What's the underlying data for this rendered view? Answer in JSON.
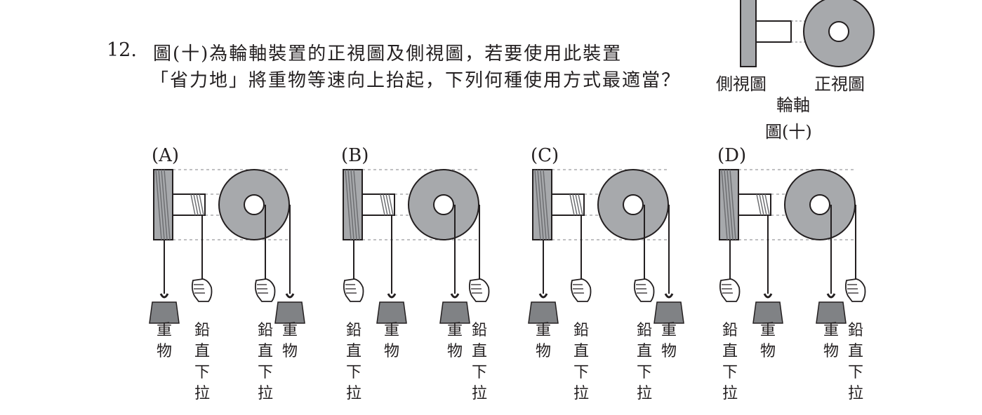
{
  "question": {
    "number": "12.",
    "line1": "圖(十)為輪軸裝置的正視圖及側視圖，若要使用此裝置",
    "line2": "「省力地」將重物等速向上抬起，下列何種使用方式最適當？"
  },
  "figure": {
    "side_view_label": "側視圖",
    "front_view_label": "正視圖",
    "device_label": "輪軸",
    "caption": "圖(十)"
  },
  "options": [
    {
      "letter": "(A)",
      "left_rope": "weight",
      "axle_rope": "pull",
      "wheel_left_rope": "pull",
      "wheel_right_rope": "weight"
    },
    {
      "letter": "(B)",
      "left_rope": "pull",
      "axle_rope": "weight",
      "wheel_left_rope": "weight",
      "wheel_right_rope": "pull"
    },
    {
      "letter": "(C)",
      "left_rope": "weight",
      "axle_rope": "pull",
      "wheel_left_rope": "pull",
      "wheel_right_rope": "weight"
    },
    {
      "letter": "(D)",
      "left_rope": "pull",
      "axle_rope": "weight",
      "wheel_left_rope": "weight",
      "wheel_right_rope": "pull"
    }
  ],
  "labels": {
    "weight": "重物",
    "pull": "鉛直下拉"
  }
}
